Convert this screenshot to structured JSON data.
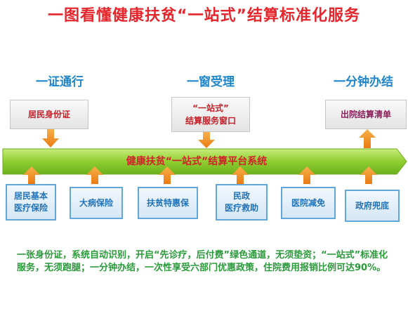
{
  "title": "一图看懂健康扶贫“一站式”结算标准化服务",
  "headings": {
    "left": "一证通行",
    "center": "一窗受理",
    "right": "一分钟办结"
  },
  "top_boxes": {
    "id_card": "居民身份证",
    "window_line1": "“一站式”",
    "window_line2": "结算服务窗口",
    "discharge": "出院结算清单"
  },
  "platform": "健康扶贫“一站式”结算平台系统",
  "bottom_boxes": [
    {
      "line1": "居民基本",
      "line2": "医疗保险"
    },
    {
      "line1": "大病保险",
      "line2": ""
    },
    {
      "line1": "扶贫特惠保",
      "line2": ""
    },
    {
      "line1": "民政",
      "line2": "医疗救助"
    },
    {
      "line1": "医院减免",
      "line2": ""
    },
    {
      "line1": "政府兜底",
      "line2": ""
    }
  ],
  "summary": "一张身份证，系统自动识别，开启“先诊疗，后付费”绿色通道，无须垫资；“一站式”标准化服务，无须跑腿；一分钟办结，一次性享受六部门优惠政策，住院费用报销比例可达90%。",
  "colors": {
    "title": "#e5262c",
    "heading": "#1f86c9",
    "platform_bar": "#8fce2f",
    "arrow": "#f08a1c",
    "summary": "#2a9a3a"
  }
}
